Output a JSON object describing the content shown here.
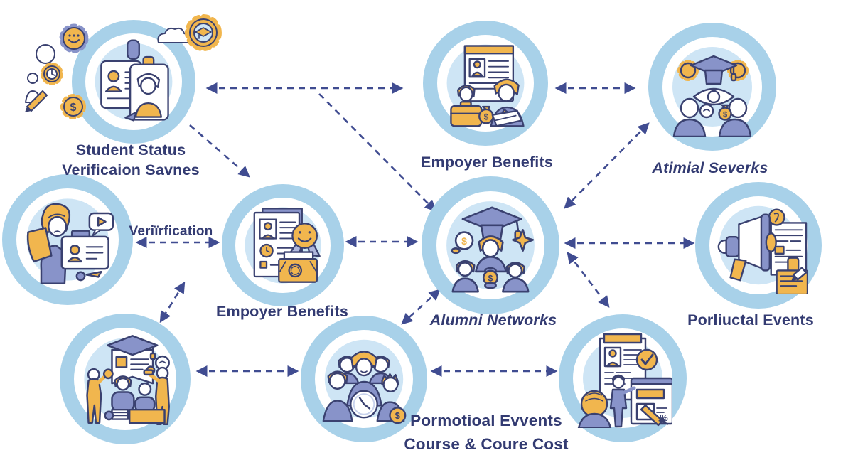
{
  "diagram": {
    "type": "infographic-network",
    "background": "#ffffff",
    "colors": {
      "ring": "#A8D1E9",
      "inner_blob": "#CEE5F5",
      "outline_navy": "#3A4170",
      "text_navy": "#333B72",
      "accent_yellow": "#F1B64E",
      "periwinkle": "#8893C9",
      "periwinkle_light": "#AEB6DC",
      "arrow": "#404C91"
    },
    "nodes": [
      {
        "id": "student-status-verification",
        "icon": "id-cards-gears-icon",
        "label_line1": "Student Status",
        "label_line2": "Verificaion Savnes"
      },
      {
        "id": "employer-benefits-top",
        "icon": "recruiter-resume-money-icon",
        "label_line1": "Empoyer Benefits",
        "label_line2": ""
      },
      {
        "id": "atimial-severks",
        "icon": "graduation-eye-discussion-icon",
        "label_line1": "Atimial Severks",
        "label_line2": ""
      },
      {
        "id": "advisor-verification",
        "icon": "advisor-id-screen-icon",
        "label_line1": "",
        "label_line2": ""
      },
      {
        "id": "employer-benefits-mid",
        "icon": "certificate-award-envelope-icon",
        "label_line1": "Empoyer Benefits",
        "label_line2": ""
      },
      {
        "id": "alumni-networks",
        "icon": "alumni-group-graduation-icon",
        "label_line1": "Alumni Networks",
        "label_line2": ""
      },
      {
        "id": "porliuctal-events",
        "icon": "megaphone-announcement-icon",
        "label_line1": "Porliuctal Events",
        "label_line2": ""
      },
      {
        "id": "classroom-training",
        "icon": "classroom-teaching-icon",
        "label_line1": "",
        "label_line2": ""
      },
      {
        "id": "promotional-group",
        "icon": "people-group-clock-coin-icon",
        "label_line1": "",
        "label_line2": ""
      },
      {
        "id": "course-documents",
        "icon": "documents-check-percent-icon",
        "label_line1": "",
        "label_line2": ""
      }
    ],
    "floating_labels": {
      "verification": "Veriïrfication",
      "promo_line1": "Pormotioal Evvents",
      "promo_line2": "Course & Coure Cost"
    },
    "connections": [
      {
        "from": "student-status-verification",
        "to": "employer-benefits-top",
        "direction": "bidirectional"
      },
      {
        "from": "employer-benefits-top",
        "to": "atimial-severks",
        "direction": "bidirectional"
      },
      {
        "from": "student-status-verification",
        "to": "employer-benefits-mid",
        "direction": "one-way"
      },
      {
        "from": "student-status-verification",
        "to": "alumni-networks",
        "direction": "one-way"
      },
      {
        "from": "atimial-severks",
        "to": "alumni-networks",
        "direction": "bidirectional"
      },
      {
        "from": "advisor-verification",
        "to": "employer-benefits-mid",
        "direction": "bidirectional",
        "label": "Veriïrfication"
      },
      {
        "from": "employer-benefits-mid",
        "to": "alumni-networks",
        "direction": "bidirectional"
      },
      {
        "from": "alumni-networks",
        "to": "porliuctal-events",
        "direction": "bidirectional"
      },
      {
        "from": "advisor-verification",
        "to": "classroom-training",
        "direction": "bidirectional"
      },
      {
        "from": "alumni-networks",
        "to": "promotional-group",
        "direction": "bidirectional"
      },
      {
        "from": "alumni-networks",
        "to": "course-documents",
        "direction": "bidirectional"
      },
      {
        "from": "classroom-training",
        "to": "promotional-group",
        "direction": "bidirectional"
      },
      {
        "from": "promotional-group",
        "to": "course-documents",
        "direction": "bidirectional"
      }
    ]
  }
}
